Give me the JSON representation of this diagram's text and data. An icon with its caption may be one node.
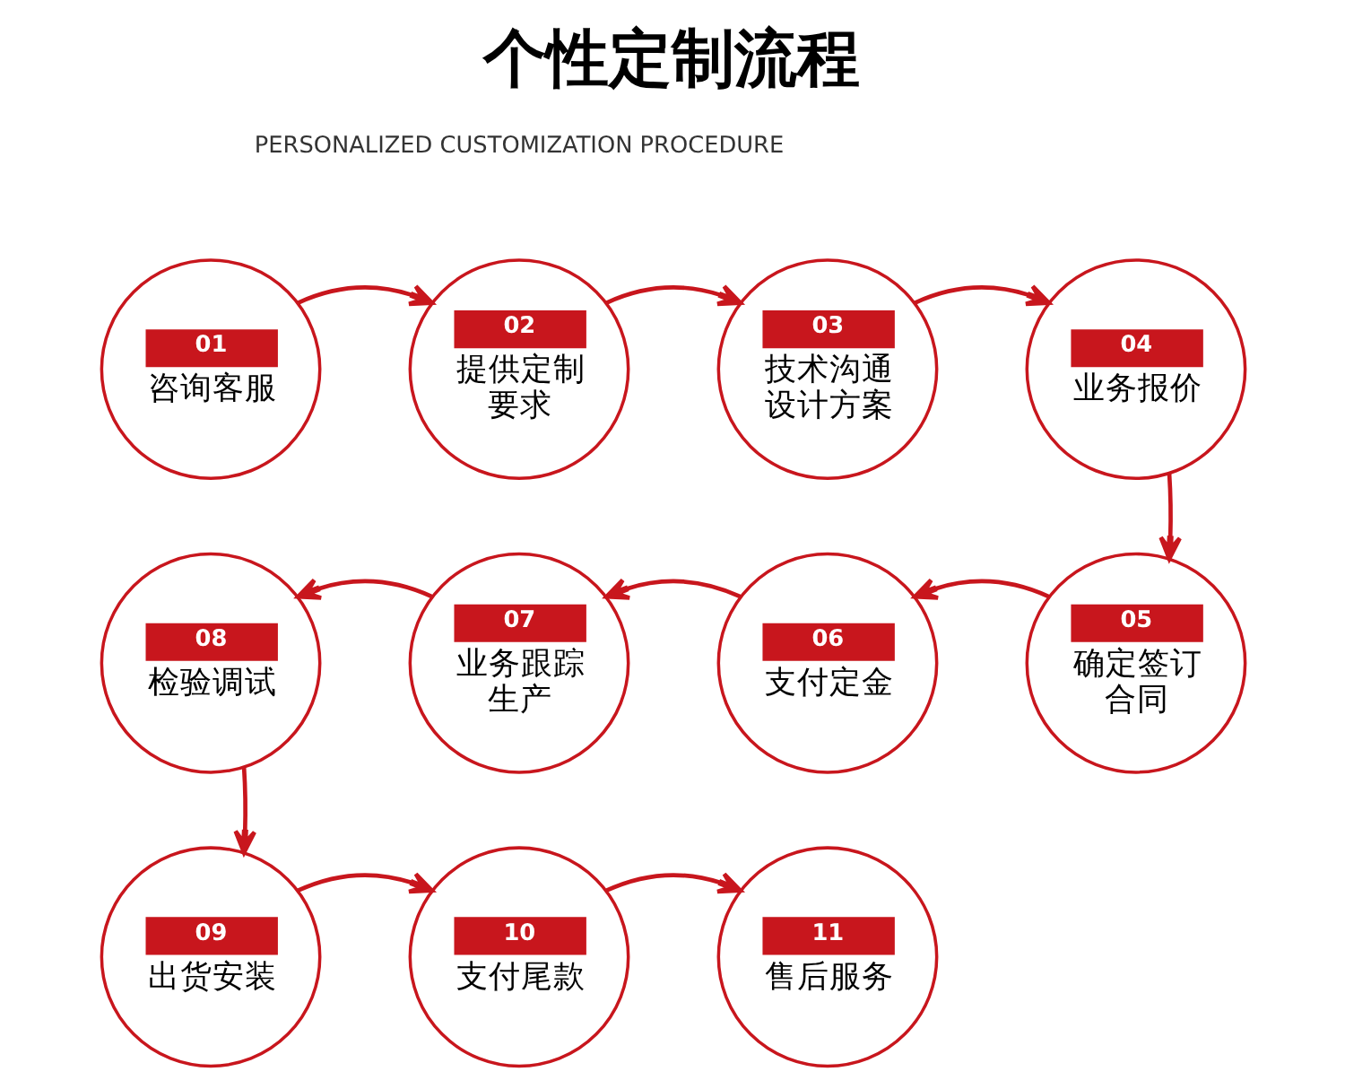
{
  "diagram": {
    "title": "个性定制流程",
    "nodes": [
      {
        "text": [
          "01",
          "咨询客服"
        ]
      },
      {
        "text": [
          "02",
          "提供定制要求"
        ]
      },
      {
        "text": [
          "03",
          "技术沟通设计方案"
        ]
      },
      {
        "text": [
          "04",
          "业务报价"
        ]
      },
      {
        "text": [
          "05",
          "确定签订合同"
        ]
      },
      {
        "text": [
          "06",
          "支付定金"
        ]
      },
      {
        "text": [
          "07",
          "业务跟踪生产"
        ]
      },
      {
        "text": [
          "08",
          "检验调试"
        ]
      },
      {
        "text": [
          "09",
          "出货安装"
        ]
      },
      {
        "text": [
          "10",
          "支付尾款"
        ]
      },
      {
        "text": [
          "11",
          "售后服务"
        ]
      }
    ],
    "edges": [
      {
        "from": 0,
        "to": 1,
        "arrow": "to"
      },
      {
        "from": 1,
        "to": 2,
        "arrow": "to"
      },
      {
        "from": 2,
        "to": 3,
        "arrow": "to"
      },
      {
        "from": 3,
        "to": 4,
        "arrow": "to"
      },
      {
        "from": 4,
        "to": 5,
        "arrow": "to"
      },
      {
        "from": 5,
        "to": 6,
        "arrow": "to"
      },
      {
        "from": 6,
        "to": 7,
        "arrow": "to"
      },
      {
        "from": 7,
        "to": 8,
        "arrow": "to"
      },
      {
        "from": 8,
        "to": 9,
        "arrow": "to"
      },
      {
        "from": 9,
        "to": 10,
        "arrow": "to"
      }
    ],
    "labels": [
      "PERSONALIZED CUSTOMIZATION PROCEDURE"
    ]
  }
}
